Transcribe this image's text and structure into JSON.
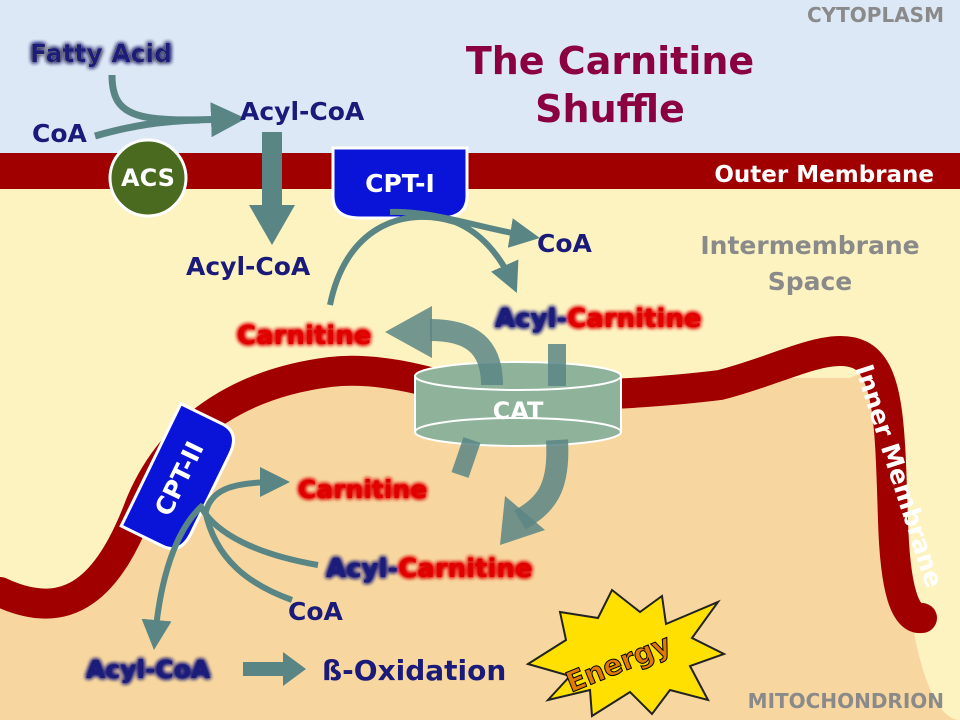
{
  "title": {
    "line1": "The Carnitine",
    "line2": "Shuffle"
  },
  "regions": {
    "cytoplasm": "CYTOPLASM",
    "outer_membrane": "Outer Membrane",
    "intermembrane_line1": "Intermembrane",
    "intermembrane_line2": "Space",
    "inner_membrane": "Inner Membrane",
    "mitochondrion": "MITOCHONDRION"
  },
  "enzymes": {
    "acs": "ACS",
    "cpt1": "CPT-I",
    "cat": "CAT",
    "cpt2": "CPT-II"
  },
  "molecules": {
    "fatty_acid": "Fatty Acid",
    "coa_cytoplasm": "CoA",
    "acyl_coa_cytoplasm": "Acyl-CoA",
    "acyl_coa_ims": "Acyl-CoA",
    "coa_ims": "CoA",
    "acyl_carnitine_ims": {
      "prefix": "Acyl-",
      "suffix": "Carnitine"
    },
    "carnitine_ims": "Carnitine",
    "carnitine_matrix": "Carnitine",
    "acyl_carnitine_matrix": {
      "prefix": "Acyl-",
      "suffix": "Carnitine"
    },
    "coa_matrix": "CoA",
    "acyl_coa_matrix": "Acyl-CoA"
  },
  "pathway": {
    "beta_oxidation": "ß-Oxidation",
    "energy": "Energy"
  },
  "colors": {
    "cytoplasm_bg": "#dde8f6",
    "intermembrane_bg": "#fdf3c0",
    "matrix_bg": "#f7d79f",
    "membrane": "#a00000",
    "title": "#8b0040",
    "navy": "#1a1a7a",
    "acs_green": "#4a6b1f",
    "cpt_blue": "#0a14d8",
    "cat_green": "#8fb39a",
    "arrow": "#5a8585",
    "carnitine_red": "#e00000",
    "highlight_yellow": "#ffff33",
    "region_gray": "#8a8a8a",
    "energy_yellow": "#ffe000",
    "energy_orange": "#e07a00"
  }
}
